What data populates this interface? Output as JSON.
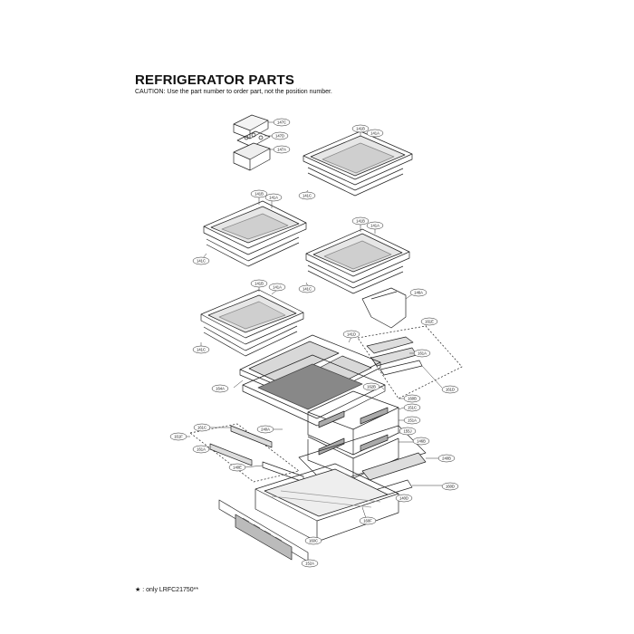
{
  "header": {
    "title": "REFRIGERATOR PARTS",
    "caution": "CAUTION: Use the part number to order part, not the position number."
  },
  "footnote": "★ : only LRFC21750**",
  "callouts": {
    "c147C": "147C",
    "c147D": "147D",
    "c147A": "147A",
    "sh1_141B": "141B",
    "sh1_141A": "141A",
    "sh1_141C": "141C",
    "sh2_141B": "141B",
    "sh2_141A": "141A",
    "sh2_141C": "141C",
    "sh3_141B": "141B",
    "sh3_141A": "141A",
    "sh3_141C": "141C",
    "c146A": "146A",
    "sh4_141B": "141B",
    "sh4_141A": "141A",
    "sh4_141C": "141C",
    "c161E": "161E",
    "c141D": "141D",
    "c161A": "161A",
    "c161D": "161D",
    "c164A": "164A",
    "c162B": "162B",
    "c160B": "160B",
    "c151C": "151C",
    "c151A": "151A",
    "c161C": "161C",
    "c240A": "240A",
    "c161F": "161F",
    "c161A_left": "161A",
    "c155J": "155J",
    "c146B": "146B",
    "c140E": "140E",
    "c240B": "240B",
    "c160D": "160D",
    "c140D": "140D",
    "c160F": "160F",
    "c160C": "160C",
    "c152A": "152A"
  }
}
